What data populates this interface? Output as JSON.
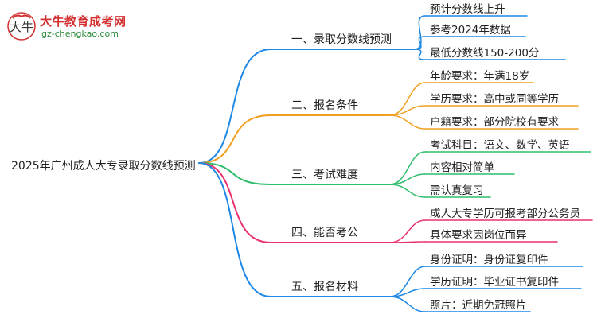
{
  "logo": {
    "title": "大牛教育成考网",
    "url": "gz-chengkao.com"
  },
  "root": "2025年广州成人大专录取分数线预测",
  "branches": [
    {
      "label": "一、录取分数线预测",
      "color": "#1e88e5",
      "leaves": [
        "预计分数线上升",
        "参考2024年数据",
        "最低分数线150-200分"
      ]
    },
    {
      "label": "二、报名条件",
      "color": "#f0a020",
      "leaves": [
        "年龄要求：年满18岁",
        "学历要求：高中或同等学历",
        "户籍要求：部分院校有要求"
      ]
    },
    {
      "label": "三、考试难度",
      "color": "#2ebd6b",
      "leaves": [
        "考试科目：语文、数学、英语",
        "内容相对简单",
        "需认真复习"
      ]
    },
    {
      "label": "四、能否考公",
      "color": "#e8326e",
      "leaves": [
        "成人大专学历可报考部分公务员",
        "具体要求因岗位而异"
      ]
    },
    {
      "label": "五、报名材料",
      "color": "#1e88e5",
      "leaves": [
        "身份证明：身份证复印件",
        "学历证明：毕业证书复印件",
        "照片：近期免冠照片"
      ]
    }
  ]
}
